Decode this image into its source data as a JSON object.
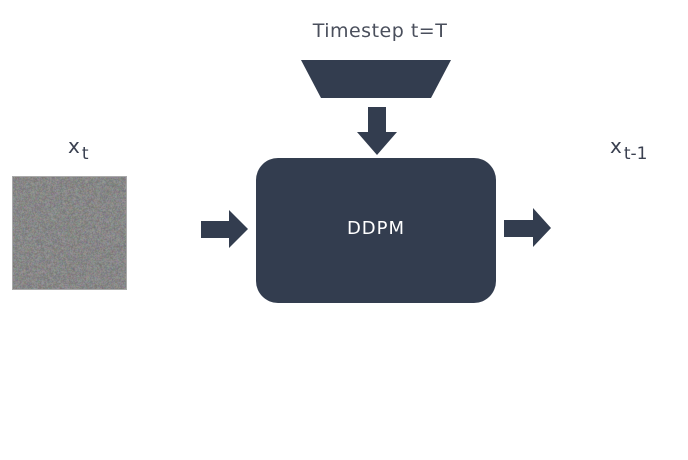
{
  "diagram": {
    "timestep_label": "Timestep t=T",
    "input_label": {
      "base": "x",
      "sub": "t"
    },
    "output_label": {
      "base": "x",
      "sub": "t-1"
    },
    "model_label": "DDPM",
    "colors": {
      "shape_fill": "#333d4f",
      "text": "#3a4050"
    }
  }
}
